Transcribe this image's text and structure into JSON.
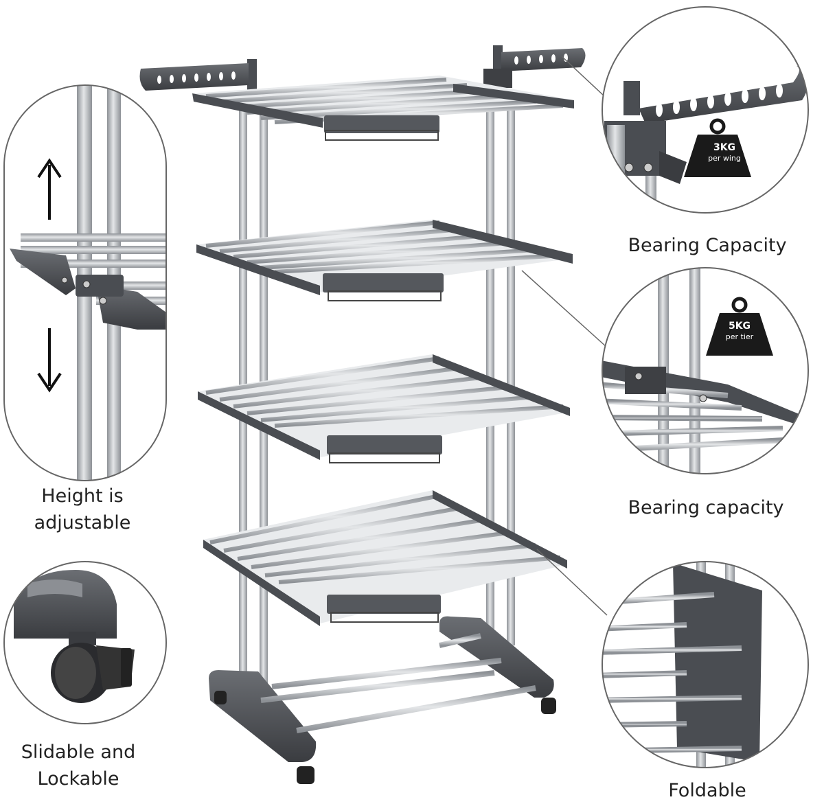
{
  "captions": {
    "height": "Height is adjustable",
    "wheels": "Slidable and Lockable",
    "bearing_top": "Bearing Capacity",
    "bearing_mid": "Bearing capacity",
    "foldable": "Foldable"
  },
  "weights": {
    "wing": {
      "value": "3KG",
      "unit": "per wing"
    },
    "tier": {
      "value": "5KG",
      "unit": "per tier"
    }
  },
  "colors": {
    "frame_dark": "#4a4d52",
    "steel": "#b9bdc2",
    "steel_dark": "#8e9297",
    "outline": "#555555"
  }
}
